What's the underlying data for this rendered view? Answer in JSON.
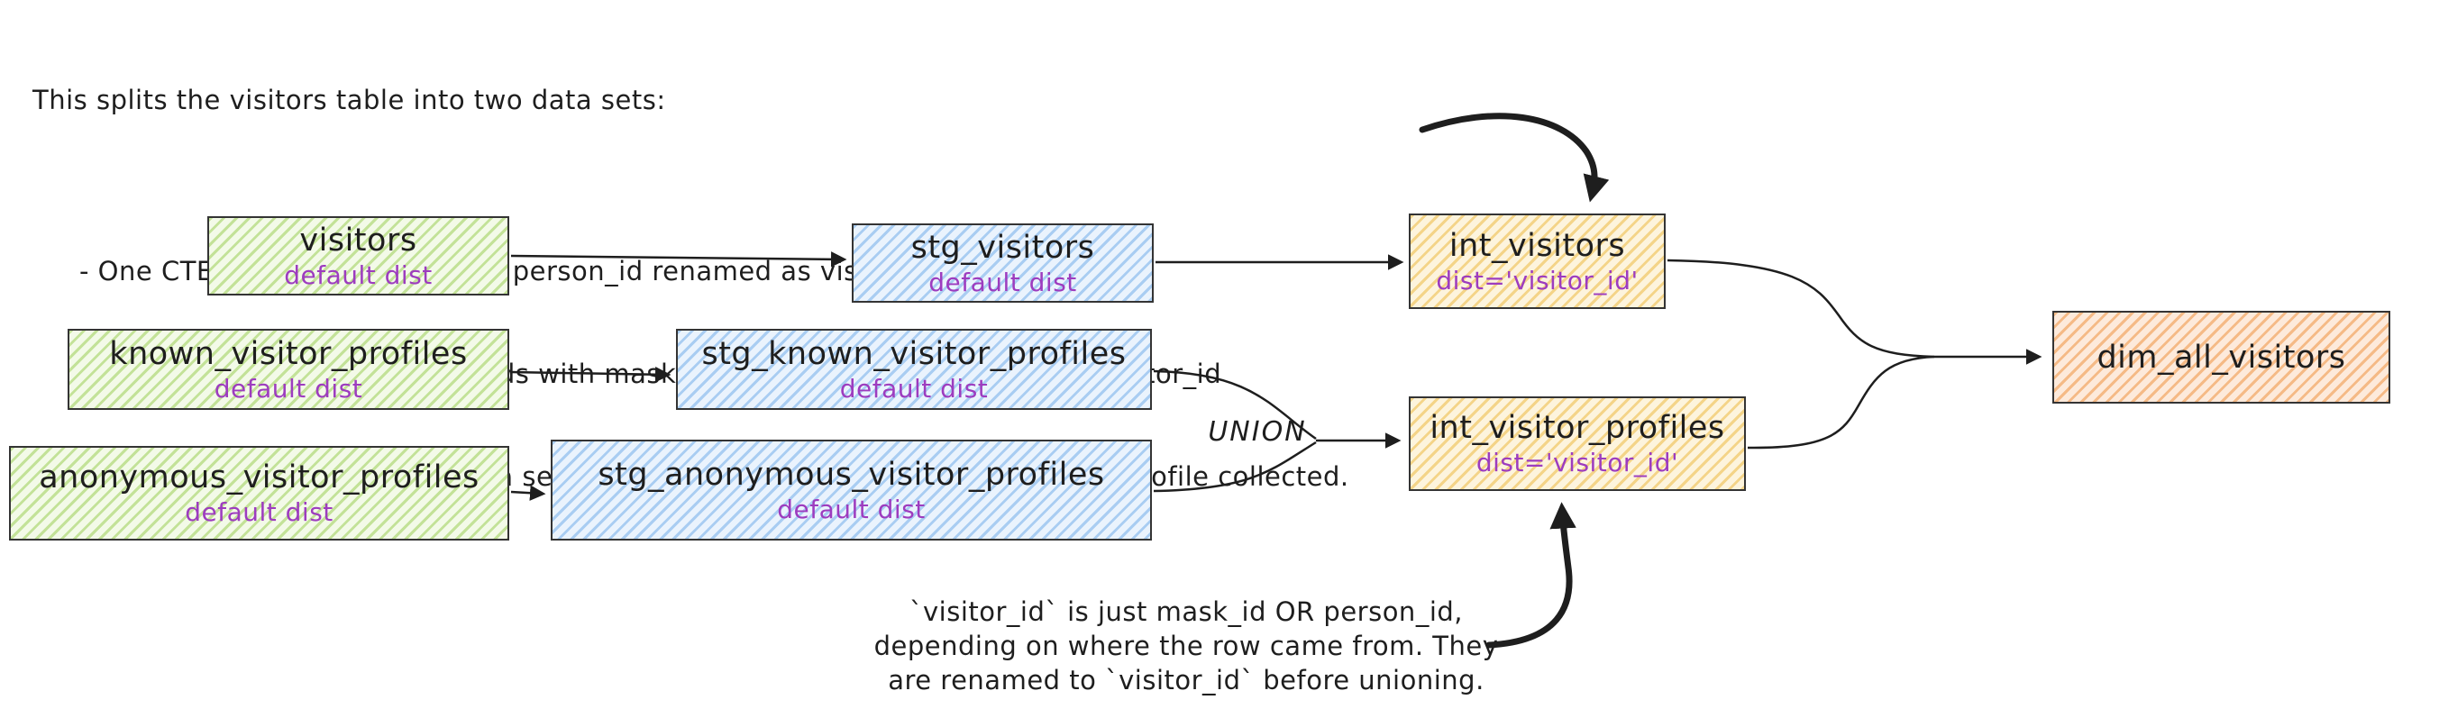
{
  "annotations": {
    "top": {
      "intro": "This splits the visitors table into two data sets:",
      "bullets": [
        "- One CTE with all records, with person_id renamed as visitor_id.",
        "- One CTE filtered to only records with mask_ids, with mask_id renamed as visitor_id",
        "- One CTE to union the two data sets, which results in a grain of one row per profile collected."
      ]
    },
    "bottom": {
      "lines": [
        "`visitor_id` is just mask_id OR person_id,",
        "depending on where the row came from. They",
        "are renamed to `visitor_id` before unioning."
      ]
    },
    "union_label": "UNION"
  },
  "nodes": {
    "visitors": {
      "title": "visitors",
      "subtitle": "default dist",
      "color": "green"
    },
    "stg_visitors": {
      "title": "stg_visitors",
      "subtitle": "default dist",
      "color": "blue"
    },
    "int_visitors": {
      "title": "int_visitors",
      "subtitle": "dist='visitor_id'",
      "color": "yellow"
    },
    "known_visitor_profiles": {
      "title": "known_visitor_profiles",
      "subtitle": "default dist",
      "color": "green"
    },
    "stg_known_visitor_profiles": {
      "title": "stg_known_visitor_profiles",
      "subtitle": "default dist",
      "color": "blue"
    },
    "anonymous_visitor_profiles": {
      "title": "anonymous_visitor_profiles",
      "subtitle": "default dist",
      "color": "green"
    },
    "stg_anonymous_visitor_profiles": {
      "title": "stg_anonymous_visitor_profiles",
      "subtitle": "default dist",
      "color": "blue"
    },
    "int_visitor_profiles": {
      "title": "int_visitor_profiles",
      "subtitle": "dist='visitor_id'",
      "color": "yellow"
    },
    "dim_all_visitors": {
      "title": "dim_all_visitors",
      "subtitle": "",
      "color": "orange"
    }
  },
  "edges": [
    {
      "from": "visitors",
      "to": "stg_visitors",
      "label": ""
    },
    {
      "from": "stg_visitors",
      "to": "int_visitors",
      "label": ""
    },
    {
      "from": "known_visitor_profiles",
      "to": "stg_known_visitor_profiles",
      "label": ""
    },
    {
      "from": "anonymous_visitor_profiles",
      "to": "stg_anonymous_visitor_profiles",
      "label": ""
    },
    {
      "from": "stg_known_visitor_profiles",
      "to": "int_visitor_profiles",
      "label": "UNION"
    },
    {
      "from": "stg_anonymous_visitor_profiles",
      "to": "int_visitor_profiles",
      "label": "UNION"
    },
    {
      "from": "int_visitors",
      "to": "dim_all_visitors",
      "label": ""
    },
    {
      "from": "int_visitor_profiles",
      "to": "dim_all_visitors",
      "label": ""
    },
    {
      "from": "top-annotation",
      "to": "int_visitors",
      "label": ""
    },
    {
      "from": "bottom-annotation",
      "to": "int_visitor_profiles",
      "label": ""
    }
  ],
  "colors": {
    "ink": "#1e1e1e",
    "purple": "#9d3cbf",
    "green_hatch": "#c3e298",
    "blue_hatch": "#a9cdf2",
    "yellow_hatch": "#f4d488",
    "orange_hatch": "#f5ba86"
  }
}
